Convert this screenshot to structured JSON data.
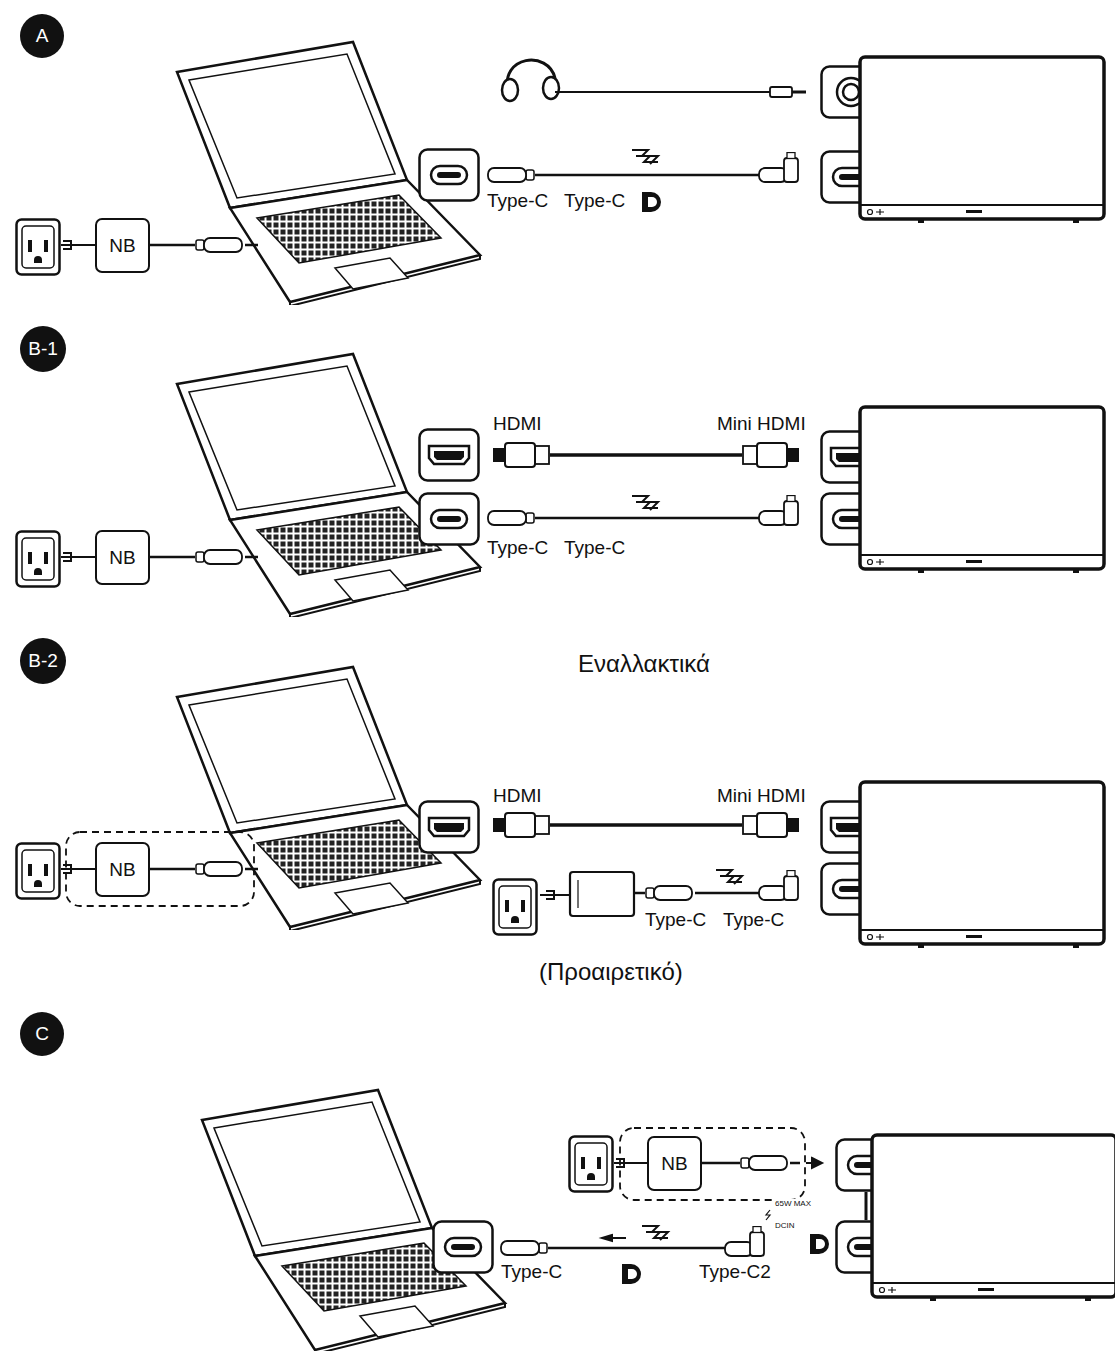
{
  "diagram": {
    "nodes": [
      {
        "text": [
          "A"
        ]
      },
      {
        "text": [
          "NB"
        ]
      },
      {
        "text": [
          "B-1"
        ]
      },
      {
        "text": [
          "NB"
        ]
      },
      {
        "text": [
          "B-2"
        ]
      },
      {
        "text": [
          "NB"
        ]
      },
      {
        "text": [
          "C"
        ]
      },
      {
        "text": [
          "NB"
        ]
      }
    ],
    "labels": [
      "Type-C",
      "Type-C",
      "HDMI",
      "Mini HDMI",
      "Type-C",
      "Type-C",
      "Εναλλακτικά",
      "HDMI",
      "Mini HDMI",
      "Type-C",
      "Type-C",
      "(Προαιρετικό)",
      "Type-C",
      "Type-C2",
      "65W MAX",
      "DCIN"
    ]
  }
}
